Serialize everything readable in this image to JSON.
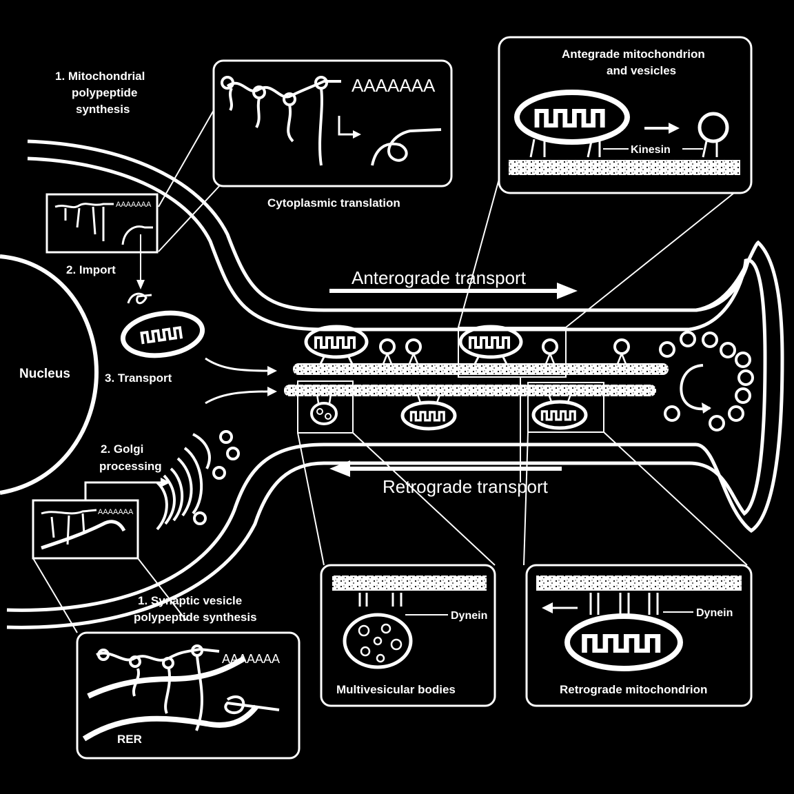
{
  "labels": {
    "mito_synthesis": [
      "1. Mitochondrial",
      "polypeptide",
      "synthesis"
    ],
    "import": "2. Import",
    "nucleus": "Nucleus",
    "transport": "3. Transport",
    "golgi": [
      "2. Golgi",
      "processing"
    ],
    "syn_vesicle": [
      "1. Synaptic vesicle",
      "polypeptide synthesis"
    ],
    "rer": "RER",
    "cytoplasmic_translation": "Cytoplasmic translation",
    "polya": "AAAAAAA",
    "polya_small": "AAAAAAA",
    "antegrade": [
      "Antegrade mitochondrion",
      "and vesicles"
    ],
    "kinesin": "Kinesin",
    "anterograde_transport": "Anterograde transport",
    "retrograde_transport": "Retrograde transport",
    "dynein": "Dynein",
    "mvb": "Multivesicular bodies",
    "retro_mito": "Retrograde mitochondrion"
  }
}
